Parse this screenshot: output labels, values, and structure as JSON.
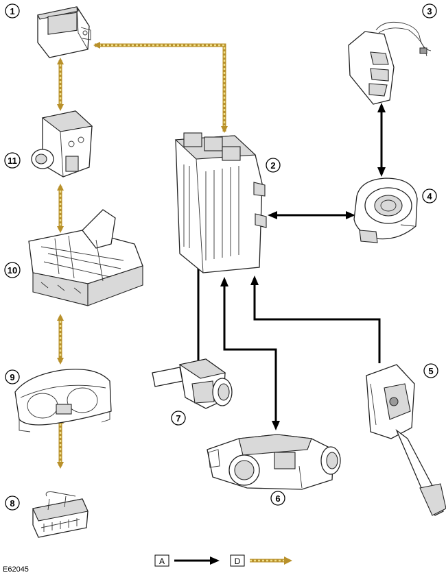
{
  "figure_code": "E62045",
  "callouts": [
    "1",
    "2",
    "3",
    "4",
    "5",
    "6",
    "7",
    "8",
    "9",
    "10",
    "11"
  ],
  "legend": {
    "a_label": "A",
    "d_label": "D"
  },
  "colors": {
    "solid_link": "#000000",
    "dashed_link": "#b8902a",
    "dashed_link_fill": "#e8d27a"
  },
  "components": [
    {
      "callout": "1",
      "icon": "control-module-icon"
    },
    {
      "callout": "2",
      "icon": "engine-control-module-icon"
    },
    {
      "callout": "3",
      "icon": "steering-wheel-switch-icon"
    },
    {
      "callout": "4",
      "icon": "clockspring-icon"
    },
    {
      "callout": "5",
      "icon": "accelerator-pedal-icon"
    },
    {
      "callout": "6",
      "icon": "throttle-body-icon"
    },
    {
      "callout": "7",
      "icon": "brake-switch-icon"
    },
    {
      "callout": "8",
      "icon": "diagnostic-connector-icon"
    },
    {
      "callout": "9",
      "icon": "instrument-cluster-icon"
    },
    {
      "callout": "10",
      "icon": "valve-body-icon"
    },
    {
      "callout": "11",
      "icon": "abs-module-icon"
    }
  ]
}
